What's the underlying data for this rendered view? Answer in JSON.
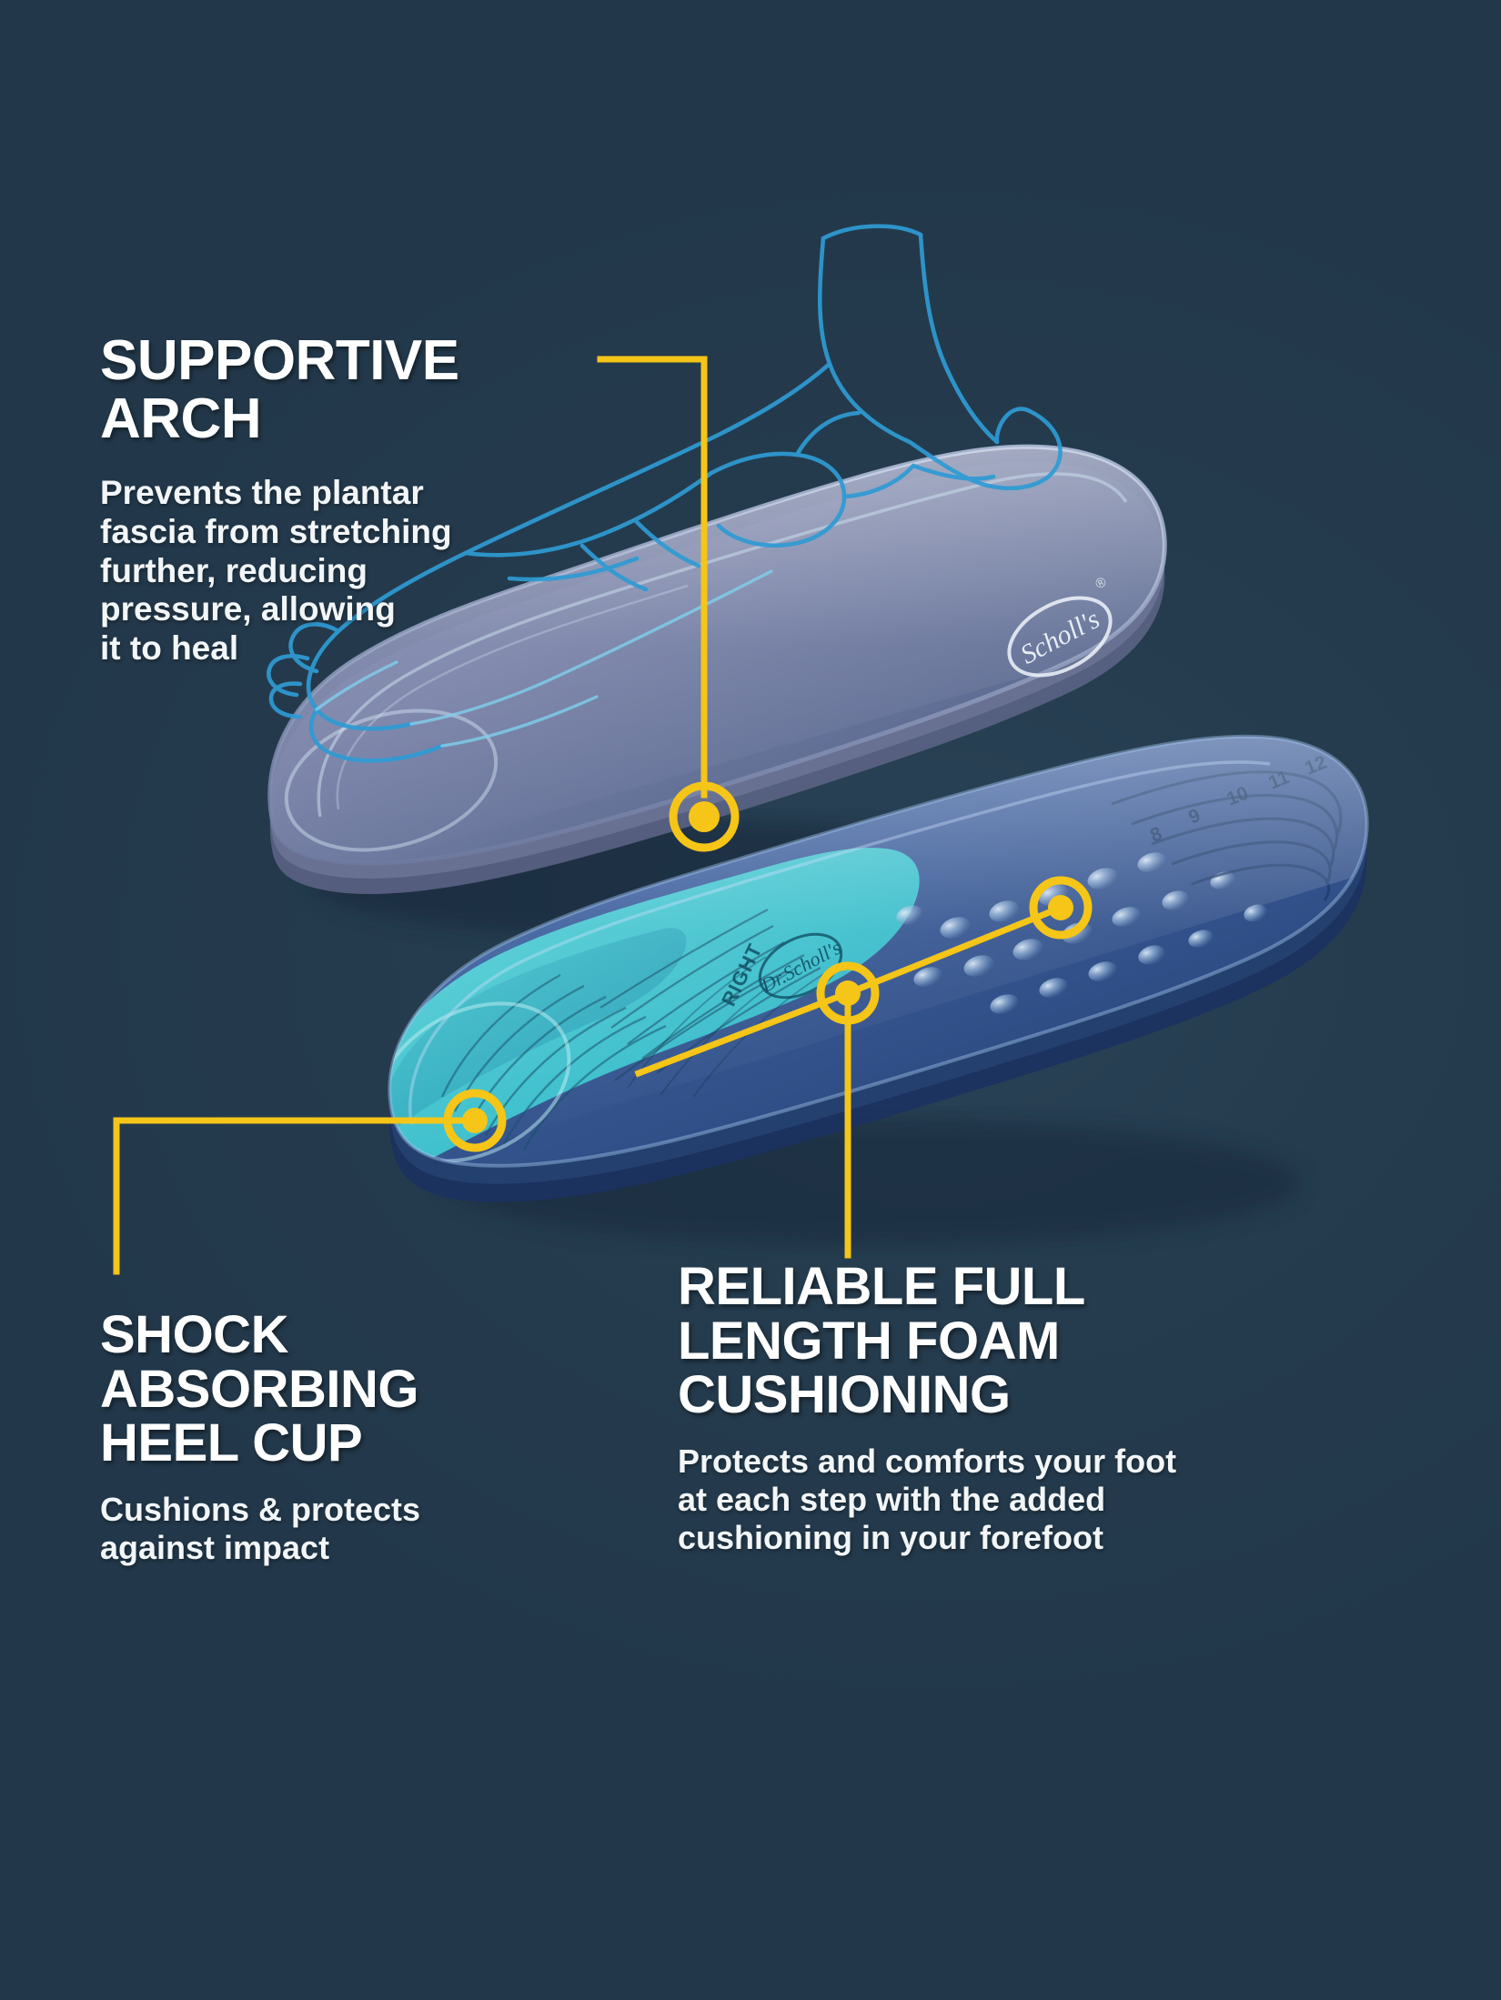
{
  "meta": {
    "kind": "product-infographic",
    "subject": "Dr. Scholl's insole cutaway feature diagram",
    "background_color": "#22384a",
    "accent_color": "#f5c518",
    "heading_color": "#ffffff",
    "body_color": "#f2f6f8"
  },
  "callouts": [
    {
      "id": "supportive-arch",
      "heading": "SUPPORTIVE\nARCH",
      "body": "Prevents the plantar\nfascia from stretching\nfurther, reducing\npressure, allowing\nit to heal",
      "position": "top-left"
    },
    {
      "id": "shock-absorbing-heel-cup",
      "heading": "SHOCK\nABSORBING\nHEEL CUP",
      "body": "Cushions & protects\nagainst impact",
      "position": "bottom-left"
    },
    {
      "id": "reliable-full-length-foam-cushioning",
      "heading": "RELIABLE FULL\nLENGTH FOAM\nCUSHIONING",
      "body": "Protects and comforts your foot\nat each step with the added\ncushioning in your forefoot",
      "position": "bottom-right"
    }
  ],
  "product": {
    "upper_insole": {
      "brand_mark": "Scholl's",
      "registered_symbol": "®",
      "description": "translucent grey-violet insole with blue foot-skeleton overlay"
    },
    "lower_insole": {
      "brand_mark": "Dr.Scholl's",
      "foot_label": "RIGHT",
      "description": "blue gel insole with teal heel cup and massaging forefoot bubbles",
      "trim_guide_numbers": [
        "8",
        "9",
        "10",
        "11",
        "12"
      ]
    }
  },
  "markers": [
    {
      "id": "marker-arch",
      "label": "arch support point"
    },
    {
      "id": "marker-heel",
      "label": "heel cup point"
    },
    {
      "id": "marker-midfoot",
      "label": "foam midfoot point"
    },
    {
      "id": "marker-forefoot",
      "label": "foam forefoot point"
    }
  ]
}
